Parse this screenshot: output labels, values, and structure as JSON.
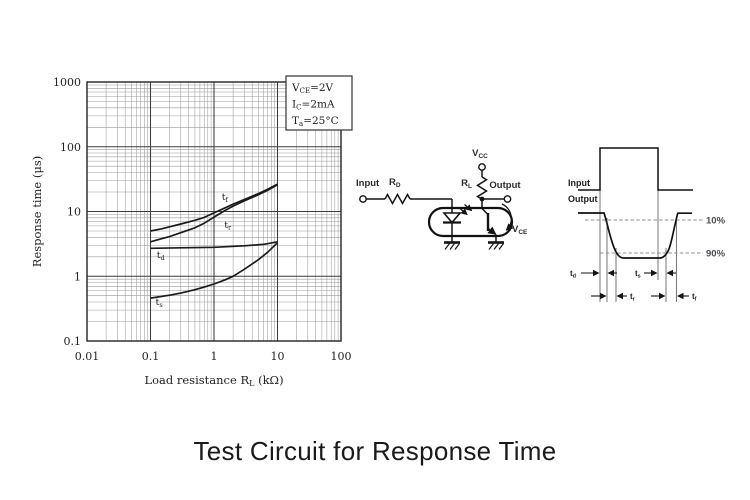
{
  "caption": "Test Circuit for Response Time",
  "chart_data": {
    "type": "line",
    "scale": "log-log",
    "title": "",
    "xlabel": "Load resistance RL (kΩ)",
    "ylabel": "Response time (μs)",
    "xlabel_parts": [
      {
        "t": "Load resistance R"
      },
      {
        "t": "L",
        "sub": true
      },
      {
        "t": " (kΩ)"
      }
    ],
    "xlim": [
      0.01,
      100
    ],
    "ylim": [
      0.1,
      1000
    ],
    "grid": true,
    "x_ticks": [
      "0.01",
      "0.1",
      "1",
      "10",
      "100"
    ],
    "y_ticks": [
      "1000",
      "100",
      "10",
      "1",
      "0.1"
    ],
    "annotation_lines": [
      {
        "main": "V",
        "sub": "CE",
        "rest": "=2V"
      },
      {
        "main": "I",
        "sub": "C",
        "rest": "=2mA"
      },
      {
        "main": "T",
        "sub": "a",
        "rest": "=25°C"
      }
    ],
    "series": [
      {
        "name": "tf",
        "name_main": "t",
        "name_sub": "f",
        "label_at": [
          1.32,
          15
        ],
        "points": [
          [
            0.1,
            5.0
          ],
          [
            0.15,
            5.4
          ],
          [
            0.2,
            5.8
          ],
          [
            0.3,
            6.4
          ],
          [
            0.5,
            7.3
          ],
          [
            0.7,
            8.1
          ],
          [
            1,
            9.5
          ],
          [
            1.5,
            11.4
          ],
          [
            2,
            13
          ],
          [
            3,
            15.3
          ],
          [
            5,
            18.9
          ],
          [
            7,
            22
          ],
          [
            10,
            26.5
          ]
        ]
      },
      {
        "name": "tr",
        "name_main": "t",
        "name_sub": "r",
        "label_at": [
          1.45,
          5.6
        ],
        "points": [
          [
            0.1,
            3.4
          ],
          [
            0.15,
            3.8
          ],
          [
            0.2,
            4.1
          ],
          [
            0.3,
            4.7
          ],
          [
            0.5,
            5.6
          ],
          [
            0.7,
            6.6
          ],
          [
            1,
            8.2
          ],
          [
            1.5,
            10.4
          ],
          [
            2,
            12.1
          ],
          [
            3,
            14.6
          ],
          [
            5,
            18.2
          ],
          [
            7,
            21.3
          ],
          [
            10,
            25.8
          ]
        ]
      },
      {
        "name": "td",
        "name_main": "t",
        "name_sub": "d",
        "label_at": [
          0.125,
          1.9
        ],
        "points": [
          [
            0.1,
            2.7
          ],
          [
            0.3,
            2.75
          ],
          [
            1,
            2.8
          ],
          [
            3,
            2.95
          ],
          [
            6,
            3.1
          ],
          [
            10,
            3.4
          ]
        ]
      },
      {
        "name": "ts",
        "name_main": "t",
        "name_sub": "s",
        "label_at": [
          0.12,
          0.36
        ],
        "points": [
          [
            0.1,
            0.46
          ],
          [
            0.2,
            0.51
          ],
          [
            0.3,
            0.55
          ],
          [
            0.5,
            0.62
          ],
          [
            0.7,
            0.68
          ],
          [
            1,
            0.76
          ],
          [
            1.5,
            0.88
          ],
          [
            2,
            1.0
          ],
          [
            3,
            1.28
          ],
          [
            5,
            1.8
          ],
          [
            7,
            2.35
          ],
          [
            10,
            3.3
          ]
        ]
      }
    ]
  },
  "circuit": {
    "input_label": "Input",
    "rd_main": "R",
    "rd_sub": "D",
    "vcc_main": "V",
    "vcc_sub": "CC",
    "rl_main": "R",
    "rl_sub": "L",
    "output_label": "Output",
    "vce_main": "V",
    "vce_sub": "CE"
  },
  "timing": {
    "input_label": "Input",
    "output_label": "Output",
    "p10": "10%",
    "p90": "90%",
    "td_main": "t",
    "td_sub": "d",
    "ts_main": "t",
    "ts_sub": "s",
    "tr_main": "t",
    "tr_sub": "r",
    "tf_main": "t",
    "tf_sub": "f"
  }
}
